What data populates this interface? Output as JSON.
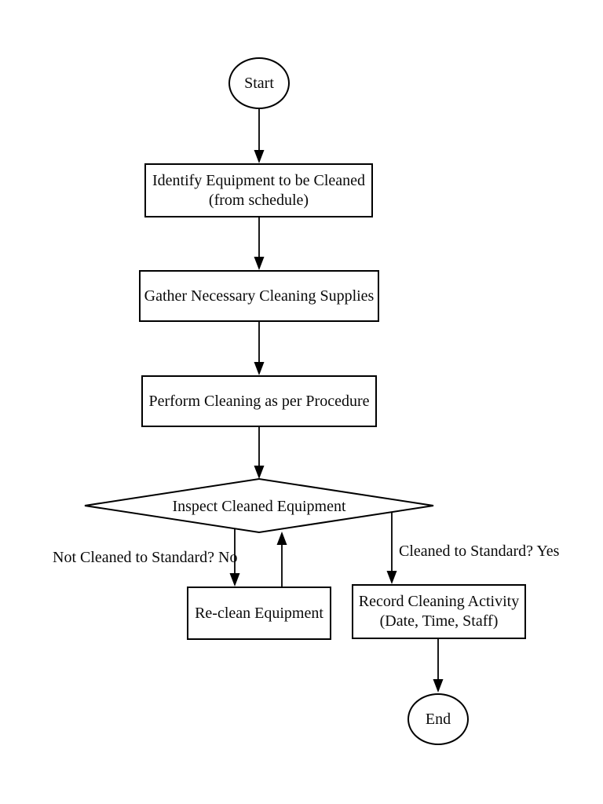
{
  "colors": {
    "stroke": "#000000",
    "background": "#ffffff",
    "text": "#0a0a0a"
  },
  "nodes": {
    "start": {
      "label": "Start"
    },
    "identify": {
      "line1": "Identify Equipment to be Cleaned",
      "line2": "(from schedule)"
    },
    "gather": {
      "label": "Gather Necessary Cleaning Supplies"
    },
    "perform": {
      "label": "Perform Cleaning as per Procedure"
    },
    "inspect": {
      "label": "Inspect Cleaned Equipment"
    },
    "reclean": {
      "label": "Re-clean Equipment"
    },
    "record": {
      "line1": "Record Cleaning Activity",
      "line2": "(Date, Time, Staff)"
    },
    "end": {
      "label": "End"
    }
  },
  "edges": {
    "no_label": "Not Cleaned to Standard? No",
    "yes_label": "Cleaned to Standard? Yes"
  }
}
